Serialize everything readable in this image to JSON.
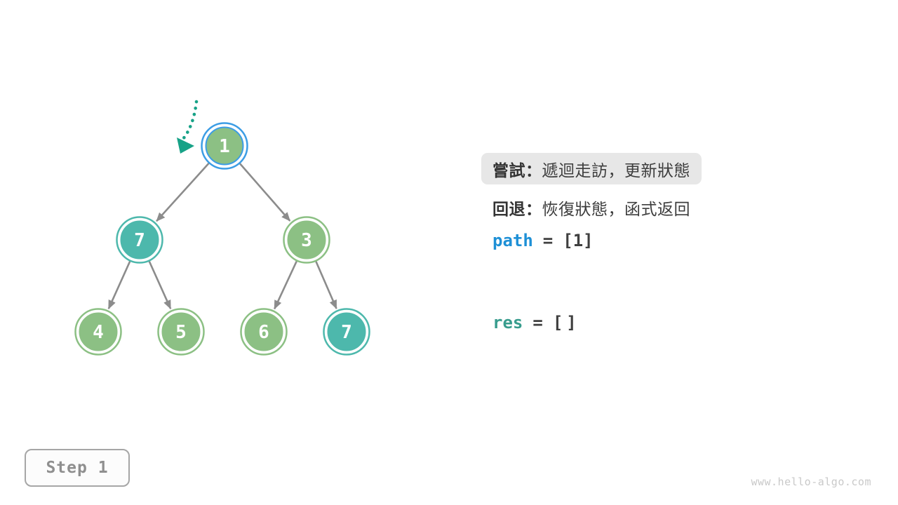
{
  "figure": {
    "step_label": "Step 1",
    "watermark": "www.hello-algo.com"
  },
  "annotations": {
    "try_label": "嘗試：",
    "try_text": "遞迴走訪，更新狀態",
    "backtrack_label": "回退：",
    "backtrack_text": "恢復狀態，函式返回",
    "path_var": "path",
    "path_eq": "=",
    "path_val": "[1]",
    "res_var": "res",
    "res_eq": "=",
    "res_val": "[]"
  },
  "tree": {
    "nodes": [
      {
        "id": "root",
        "value": "1",
        "fill": "#8CC084",
        "ring": "#3C9DE5",
        "current": true
      },
      {
        "id": "left",
        "value": "7",
        "fill": "#4DB8AC",
        "ring": "#4DB8AC",
        "current": false
      },
      {
        "id": "right",
        "value": "3",
        "fill": "#8CC084",
        "ring": "#8CC084",
        "current": false
      },
      {
        "id": "left-left",
        "value": "4",
        "fill": "#8CC084",
        "ring": "#8CC084",
        "current": false
      },
      {
        "id": "left-right",
        "value": "5",
        "fill": "#8CC084",
        "ring": "#8CC084",
        "current": false
      },
      {
        "id": "right-left",
        "value": "6",
        "fill": "#8CC084",
        "ring": "#8CC084",
        "current": false
      },
      {
        "id": "right-right",
        "value": "7",
        "fill": "#4DB8AC",
        "ring": "#4DB8AC",
        "current": false
      }
    ]
  },
  "colors": {
    "node_green": "#8CC084",
    "node_teal": "#4DB8AC",
    "current_ring_blue": "#3C9DE5",
    "edge_gray": "#8C8C8C",
    "pointer_teal": "#17A287",
    "text_dark": "#3D3D3D",
    "code_blue": "#1E90D6",
    "code_teal": "#379C8D",
    "highlight_bg": "#E7E7E7",
    "step_gray": "#8F8F8F",
    "watermark_gray": "#C9C9C9"
  }
}
